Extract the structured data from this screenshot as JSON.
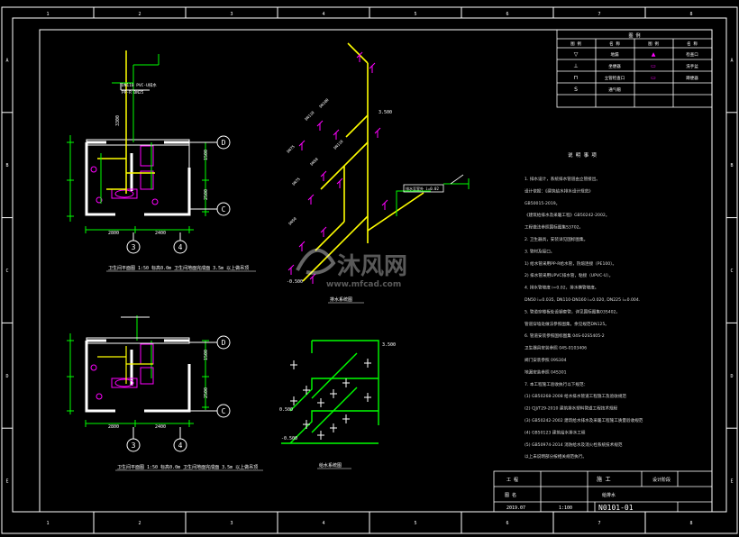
{
  "frame": {
    "col_labels": [
      "1",
      "2",
      "3",
      "4",
      "5",
      "6",
      "7",
      "8"
    ],
    "row_labels": [
      "A",
      "B",
      "C",
      "D",
      "E"
    ]
  },
  "legend": {
    "title": "图 例",
    "header": [
      "图 例",
      "名 称",
      "图 例",
      "名 称"
    ],
    "rows": [
      [
        "▽",
        "地漏",
        "▲",
        "检查口"
      ],
      [
        "⊥",
        "坐便器",
        "▭",
        "洗手盆"
      ],
      [
        "⊓",
        "立管检查口",
        "▭",
        "蹲便器"
      ],
      [
        "S",
        "通气帽",
        "",
        ""
      ]
    ]
  },
  "notes": {
    "title": "说 明 事 项",
    "lines": [
      "1. 排水设计，系统排水管道由立管接出。",
      "   设计依据：《建筑给水排水设计规范》",
      "   GB50015-2019。",
      "   《建筑给排水及采暖工程》GB50242-2002。",
      "   工程做法参照国标图集S3702。",
      "2. 卫生器具，安装详见国标图集。",
      "3. 管材及接口。",
      "   1) 给水管采用PP-R给水管，热熔连接（PE100）。",
      "   2) 排水管采用UPVC排水管，粘接（UPVC-U）。",
      "4. 排水管坡度 i=0.02，排水横管坡度。",
      "   DN50  i=0.035, DN110-DN160 i=0.020, DN225  i=0.004.",
      "5. 管道穿楼板处设钢套管，详见国标图集03S402。",
      "   管道穿墙处做法参照图集，余见规范DN125。",
      "6. 管道安装参照国标图集 04S-02S5405-2",
      "   卫生器具安装参照 04S-0103406",
      "   阀门安装参照 09S304",
      "   地漏安装参照 04S301",
      "7. 本工程施工验收执行以下规范：",
      "   (1) GB50268-2008 给水排水管道工程施工及验收规范",
      "   (2) CJJ/T29-2010 建筑排水塑料管道工程技术规程",
      "   (3) GB50242-2002 建筑给水排水及采暖工程施工质量验收规范",
      "   (4) GB50123 建筑给水排水工程",
      "   (5) GB50974-2014 消防给水及消火栓系统技术规范",
      "   以上未说明部分按相关规范执行。"
    ]
  },
  "plans": {
    "upper_caption": "卫生间平面图  1:50 标高0.0m 卫生间地面完成面 3.5m 以上做吊顶",
    "lower_caption": "卫生间平面图  1:50 标高0.0m 卫生间地面完成面 3.5m 以上做吊顶",
    "axis_d": "D",
    "axis_c": "C",
    "axis_3": "3",
    "axis_4": "4",
    "dim_a": "2800",
    "dim_b": "2400",
    "dim_c": "3300",
    "dim_d": "1500",
    "dim_e": "2500",
    "note_tag": "DN110 PVC-U排水",
    "note_tag2": "PP-R DN25"
  },
  "system": {
    "upper_caption": "排水系统图",
    "lower_caption": "给水系统图",
    "pipe_labels": [
      "DN110",
      "DN100",
      "DN75",
      "DN50",
      "DN110",
      "DN75",
      "DN50"
    ],
    "flag": "排水至室外 i=0.02",
    "elev_a": "3.500",
    "elev_b": "-0.500",
    "elev_c": "0.500",
    "elev_d": "3.500",
    "elev_e": "-0.500"
  },
  "title_block": {
    "project_label": "工 程",
    "stage_label": "施 工",
    "design_label": "设计阶段",
    "drawing_label": "图 名",
    "sheet_name": "给排水",
    "date": "2019.07",
    "scale": "1:100",
    "drawing_no": "N0101-01"
  },
  "watermark": {
    "brand": "沐风网",
    "url": "www.mfcad.com"
  },
  "colors": {
    "frame": "#ffffff",
    "drain": "#ffff00",
    "fixture": "#ff00ff",
    "dimension": "#00ff00",
    "axis": "#ffffff",
    "wall": "#ffffff"
  }
}
